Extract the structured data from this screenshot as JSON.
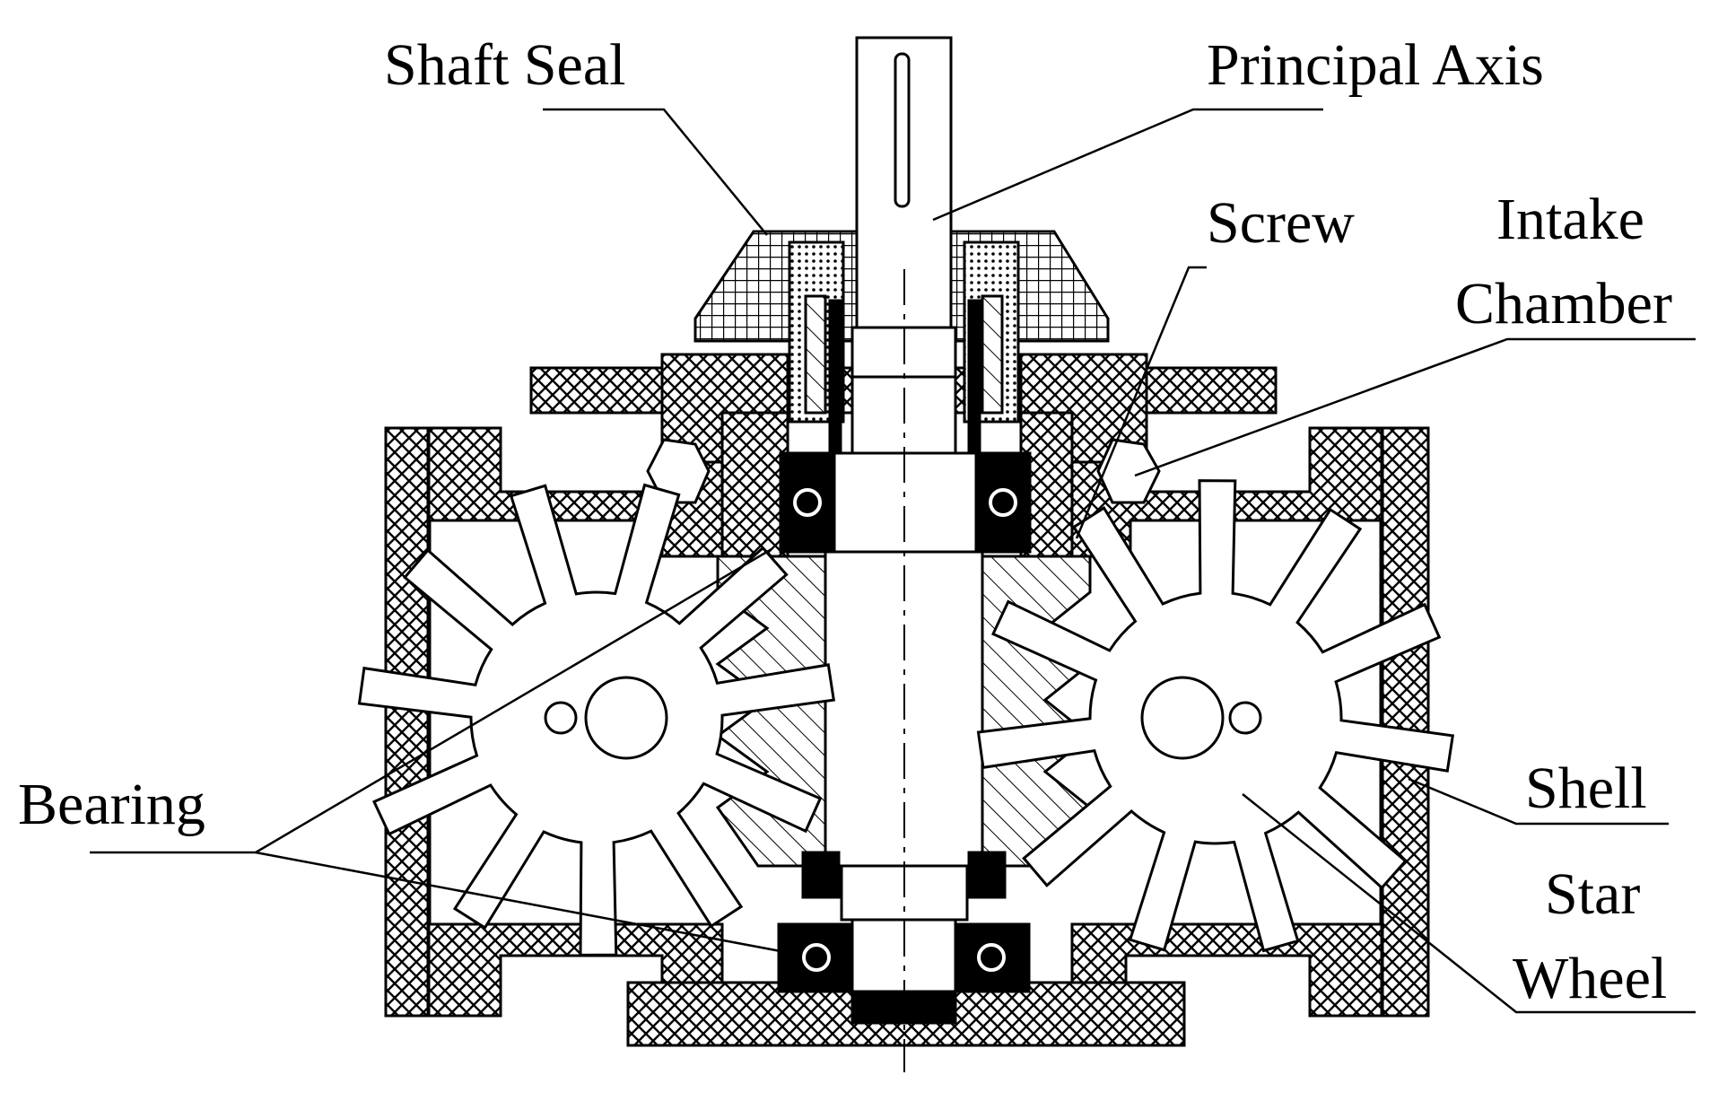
{
  "labels": {
    "shaft_seal": "Shaft Seal",
    "principal_axis": "Principal Axis",
    "screw": "Screw",
    "intake_chamber_1": "Intake",
    "intake_chamber_2": "Chamber",
    "bearing": "Bearing",
    "shell": "Shell",
    "star_wheel_1": "Star",
    "star_wheel_2": "Wheel"
  },
  "colors": {
    "ink": "#000000",
    "background": "#ffffff"
  }
}
